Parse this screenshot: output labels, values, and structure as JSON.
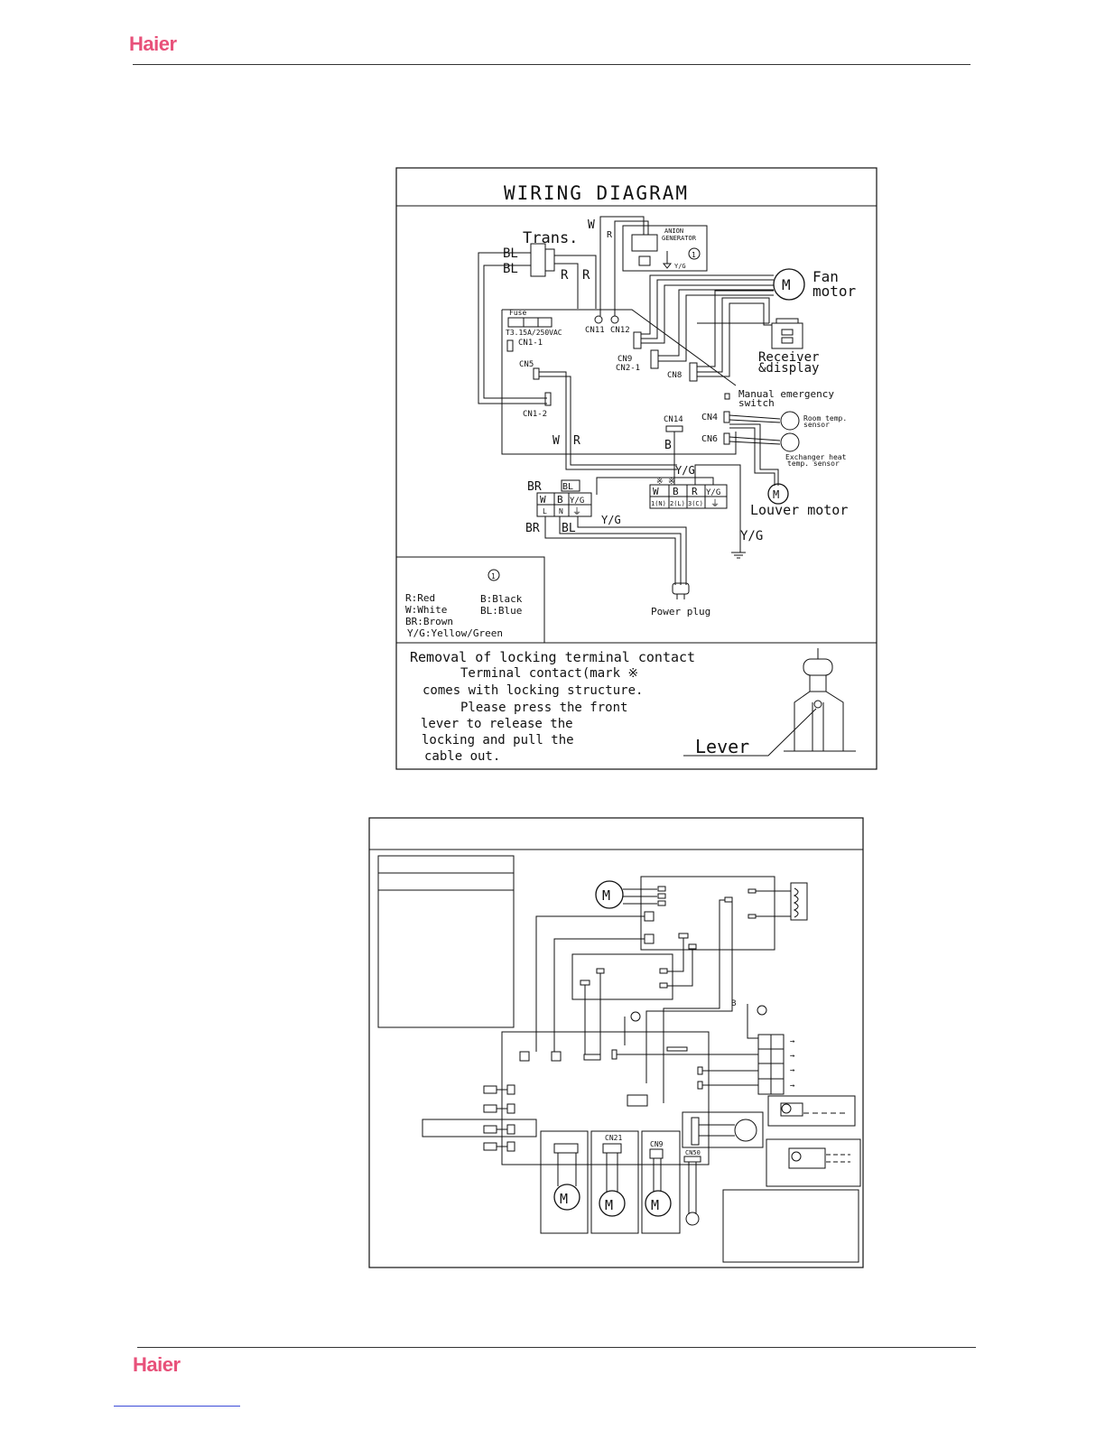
{
  "header": {
    "logo": "Haier"
  },
  "footer": {
    "logo": "Haier"
  },
  "wiring_diagram": {
    "title": "WIRING DIAGRAM",
    "anion": {
      "line1": "ANION",
      "line2": "GENERATOR",
      "yg": "Y/G",
      "marker": "1"
    },
    "trans": "Trans.",
    "wire_labels": {
      "w": "W",
      "r": "R",
      "bl": "BL",
      "b": "B",
      "br": "BR",
      "yg": "Y/G"
    },
    "fuse": {
      "label": "Fuse",
      "rating": "T3.15A/250VAC"
    },
    "connectors": {
      "cn1_1": "CN1-1",
      "cn1_2": "CN1-2",
      "cn5": "CN5",
      "cn11": "CN11",
      "cn12": "CN12",
      "cn9": "CN9",
      "cn2_1": "CN2-1",
      "cn8": "CN8",
      "cn14": "CN14",
      "cn4": "CN4",
      "cn6": "CN6"
    },
    "fan_motor": {
      "line1": "Fan",
      "line2": "motor"
    },
    "receiver": {
      "line1": "Receiver",
      "line2": "&display"
    },
    "manual_switch": {
      "line1": "Manual emergency",
      "line2": "switch"
    },
    "room_sensor": {
      "line1": "Room temp.",
      "line2": "sensor"
    },
    "exchanger_sensor": {
      "line1": "Exchanger heat",
      "line2": "temp. sensor"
    },
    "louver_motor": "Louver motor",
    "terminal_left": {
      "top": [
        "W",
        "B",
        "Y/G"
      ],
      "bottom": [
        "L",
        "N",
        "⏚"
      ]
    },
    "terminal_right": {
      "top": [
        "W",
        "B",
        "R",
        "Y/G"
      ],
      "bottom": [
        "1(N)",
        "2(L)",
        "3(C)",
        "⏚"
      ],
      "marks": "※  ※"
    },
    "power_plug": "Power plug",
    "motor_symbol": "M",
    "legend": {
      "marker": "1",
      "red": "R:Red",
      "black": "B:Black",
      "white": "W:White",
      "blue": "BL:Blue",
      "brown": "BR:Brown",
      "yellow_green": "Y/G:Yellow/Green"
    },
    "removal": {
      "title": "Removal of locking terminal contact",
      "lines": [
        "Terminal contact(mark ※",
        "comes with locking structure.",
        "Please press the front",
        "lever to release the",
        "locking and pull the",
        "cable out."
      ],
      "lever": "Lever"
    }
  },
  "schematic2": {
    "labels": {
      "b": "B",
      "cn21": "CN21",
      "cn9": "CN9",
      "cn50": "CN50",
      "motor": "M"
    }
  }
}
